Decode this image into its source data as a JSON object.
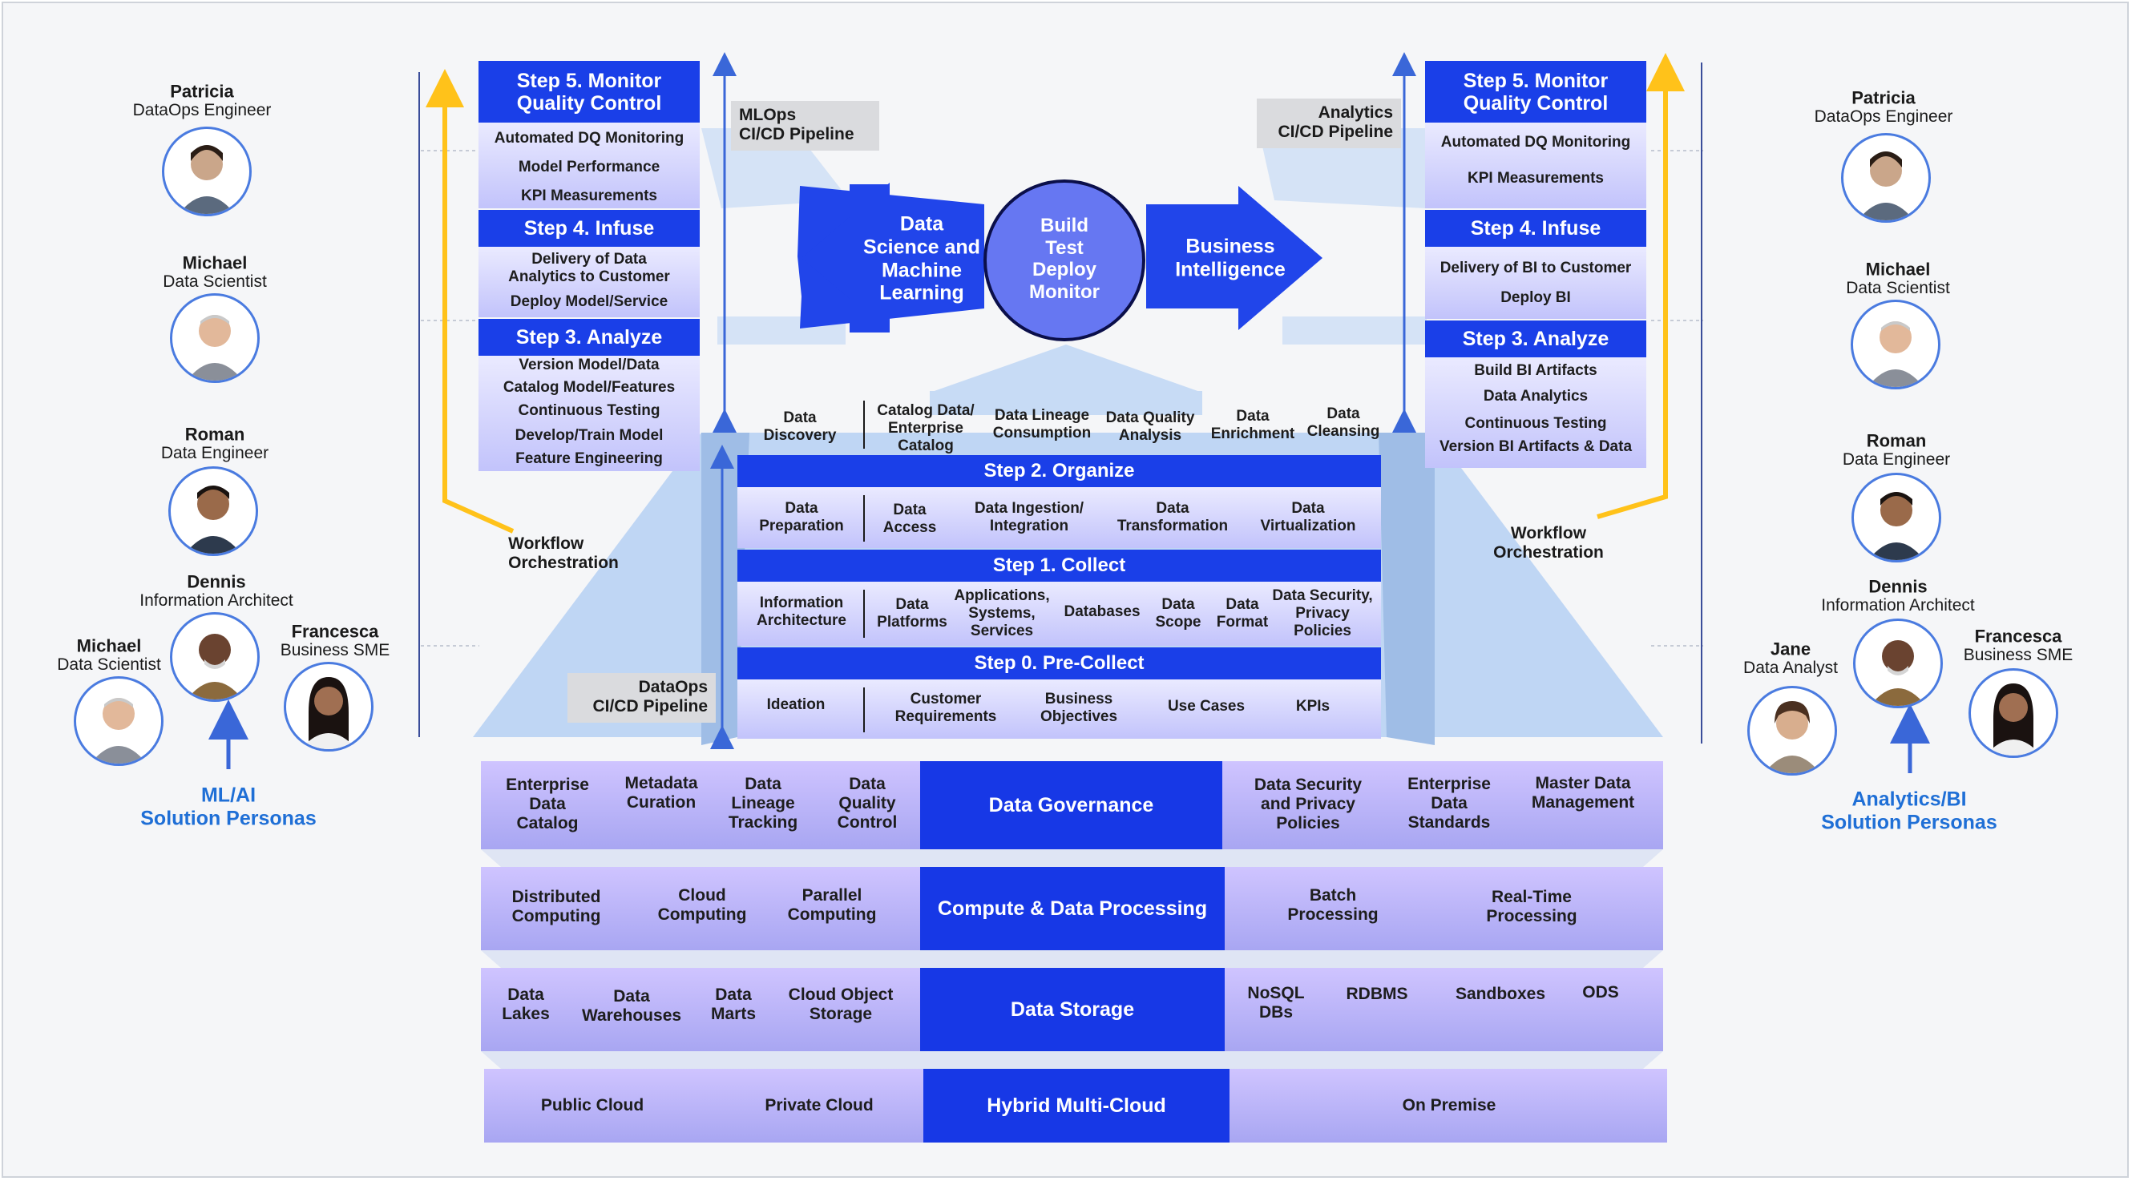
{
  "left_steps": {
    "step5": {
      "title": "Step 5. Monitor\nQuality Control",
      "items": [
        "Automated DQ Monitoring",
        "Model Performance",
        "KPI Measurements"
      ]
    },
    "step4": {
      "title": "Step 4. Infuse",
      "items": [
        "Delivery of Data\nAnalytics to Customer",
        "Deploy Model/Service"
      ]
    },
    "step3": {
      "title": "Step 3. Analyze",
      "items": [
        "Version Model/Data",
        "Catalog Model/Features",
        "Continuous Testing",
        "Develop/Train Model",
        "Feature Engineering"
      ]
    }
  },
  "right_steps": {
    "step5": {
      "title": "Step 5. Monitor\nQuality Control",
      "items": [
        "Automated DQ Monitoring",
        "KPI Measurements"
      ]
    },
    "step4": {
      "title": "Step 4. Infuse",
      "items": [
        "Delivery of BI to Customer",
        "Deploy BI"
      ]
    },
    "step3": {
      "title": "Step 3. Analyze",
      "items": [
        "Build BI Artifacts",
        "Data Analytics",
        "Continuous Testing",
        "Version BI Artifacts & Data"
      ]
    }
  },
  "pipelines": {
    "mlops": "MLOps\nCI/CD Pipeline",
    "analytics": "Analytics\nCI/CD Pipeline",
    "dataops": "DataOps\nCI/CD Pipeline"
  },
  "workflow": {
    "left": "Workflow\nOrchestration",
    "right": "Workflow\nOrchestration"
  },
  "center_arrow": {
    "left": "Data\nScience and\nMachine\nLearning",
    "circle": "Build\nTest\nDeploy\nMonitor",
    "right": "Business\nIntelligence"
  },
  "discovery_row": [
    "Data\nDiscovery",
    "Catalog Data/\nEnterprise\nCatalog",
    "Data Lineage\nConsumption",
    "Data Quality\nAnalysis",
    "Data\nEnrichment",
    "Data\nCleansing"
  ],
  "step2": {
    "title": "Step 2. Organize",
    "items": [
      "Data\nPreparation",
      "Data\nAccess",
      "Data Ingestion/\nIntegration",
      "Data\nTransformation",
      "Data\nVirtualization"
    ]
  },
  "step1": {
    "title": "Step 1. Collect",
    "items": [
      "Information\nArchitecture",
      "Data\nPlatforms",
      "Applications,\nSystems,\nServices",
      "Databases",
      "Data\nScope",
      "Data\nFormat",
      "Data Security,\nPrivacy\nPolicies"
    ]
  },
  "step0": {
    "title": "Step 0. Pre-Collect",
    "items": [
      "Ideation",
      "Customer\nRequirements",
      "Business\nObjectives",
      "Use Cases",
      "KPIs"
    ]
  },
  "layers": {
    "governance": {
      "label": "Data Governance",
      "left": [
        "Enterprise\nData\nCatalog",
        "Metadata\nCuration",
        "Data\nLineage\nTracking",
        "Data\nQuality\nControl"
      ],
      "right": [
        "Data  Security\nand Privacy\nPolicies",
        "Enterprise\nData\nStandards",
        "Master Data\nManagement"
      ]
    },
    "compute": {
      "label": "Compute & Data Processing",
      "left": [
        "Distributed\nComputing",
        "Cloud\nComputing",
        "Parallel\nComputing"
      ],
      "right": [
        "Batch\nProcessing",
        "Real-Time\nProcessing"
      ]
    },
    "storage": {
      "label": "Data Storage",
      "left": [
        "Data\nLakes",
        "Data\nWarehouses",
        "Data\nMarts",
        "Cloud Object\nStorage"
      ],
      "right": [
        "NoSQL\nDBs",
        "RDBMS",
        "Sandboxes",
        "ODS"
      ]
    },
    "cloud": {
      "label": "Hybrid Multi-Cloud",
      "left": [
        "Public Cloud",
        "Private Cloud"
      ],
      "right": [
        "On Premise"
      ]
    }
  },
  "personas_left": {
    "patricia": {
      "name": "Patricia",
      "role": "DataOps Engineer"
    },
    "michael": {
      "name": "Michael",
      "role": "Data Scientist"
    },
    "roman": {
      "name": "Roman",
      "role": "Data Engineer"
    },
    "dennis": {
      "name": "Dennis",
      "role": "Information Architect"
    },
    "michael2": {
      "name": "Michael",
      "role": "Data Scientist"
    },
    "francesca": {
      "name": "Francesca",
      "role": "Business SME"
    },
    "group": "ML/AI\nSolution Personas"
  },
  "personas_right": {
    "patricia": {
      "name": "Patricia",
      "role": "DataOps Engineer"
    },
    "michael": {
      "name": "Michael",
      "role": "Data Scientist"
    },
    "roman": {
      "name": "Roman",
      "role": "Data Engineer"
    },
    "dennis": {
      "name": "Dennis",
      "role": "Information Architect"
    },
    "jane": {
      "name": "Jane",
      "role": "Data Analyst"
    },
    "francesca": {
      "name": "Francesca",
      "role": "Business SME"
    },
    "group": "Analytics/BI\nSolution Personas"
  },
  "colors": {
    "step_header": "#1a3fe8",
    "panel": "#c2c3fb",
    "layer_center": "#1738e6",
    "workflow_arrow": "#ffc21a",
    "persona_label": "#1f6fd6"
  }
}
